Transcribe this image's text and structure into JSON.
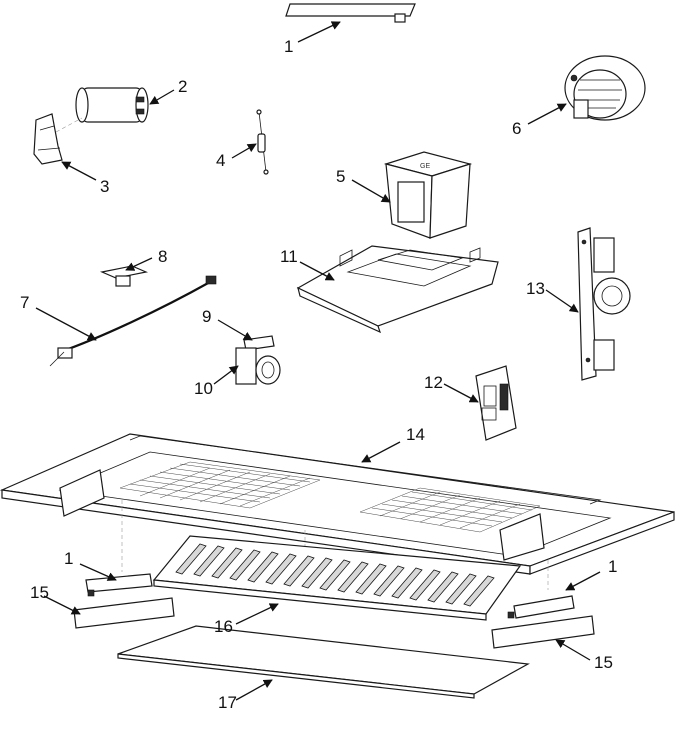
{
  "diagram": {
    "callouts": [
      "1",
      "2",
      "3",
      "4",
      "5",
      "6",
      "7",
      "8",
      "9",
      "10",
      "11",
      "12",
      "13",
      "14",
      "1",
      "15",
      "16",
      "1",
      "15",
      "17"
    ]
  }
}
